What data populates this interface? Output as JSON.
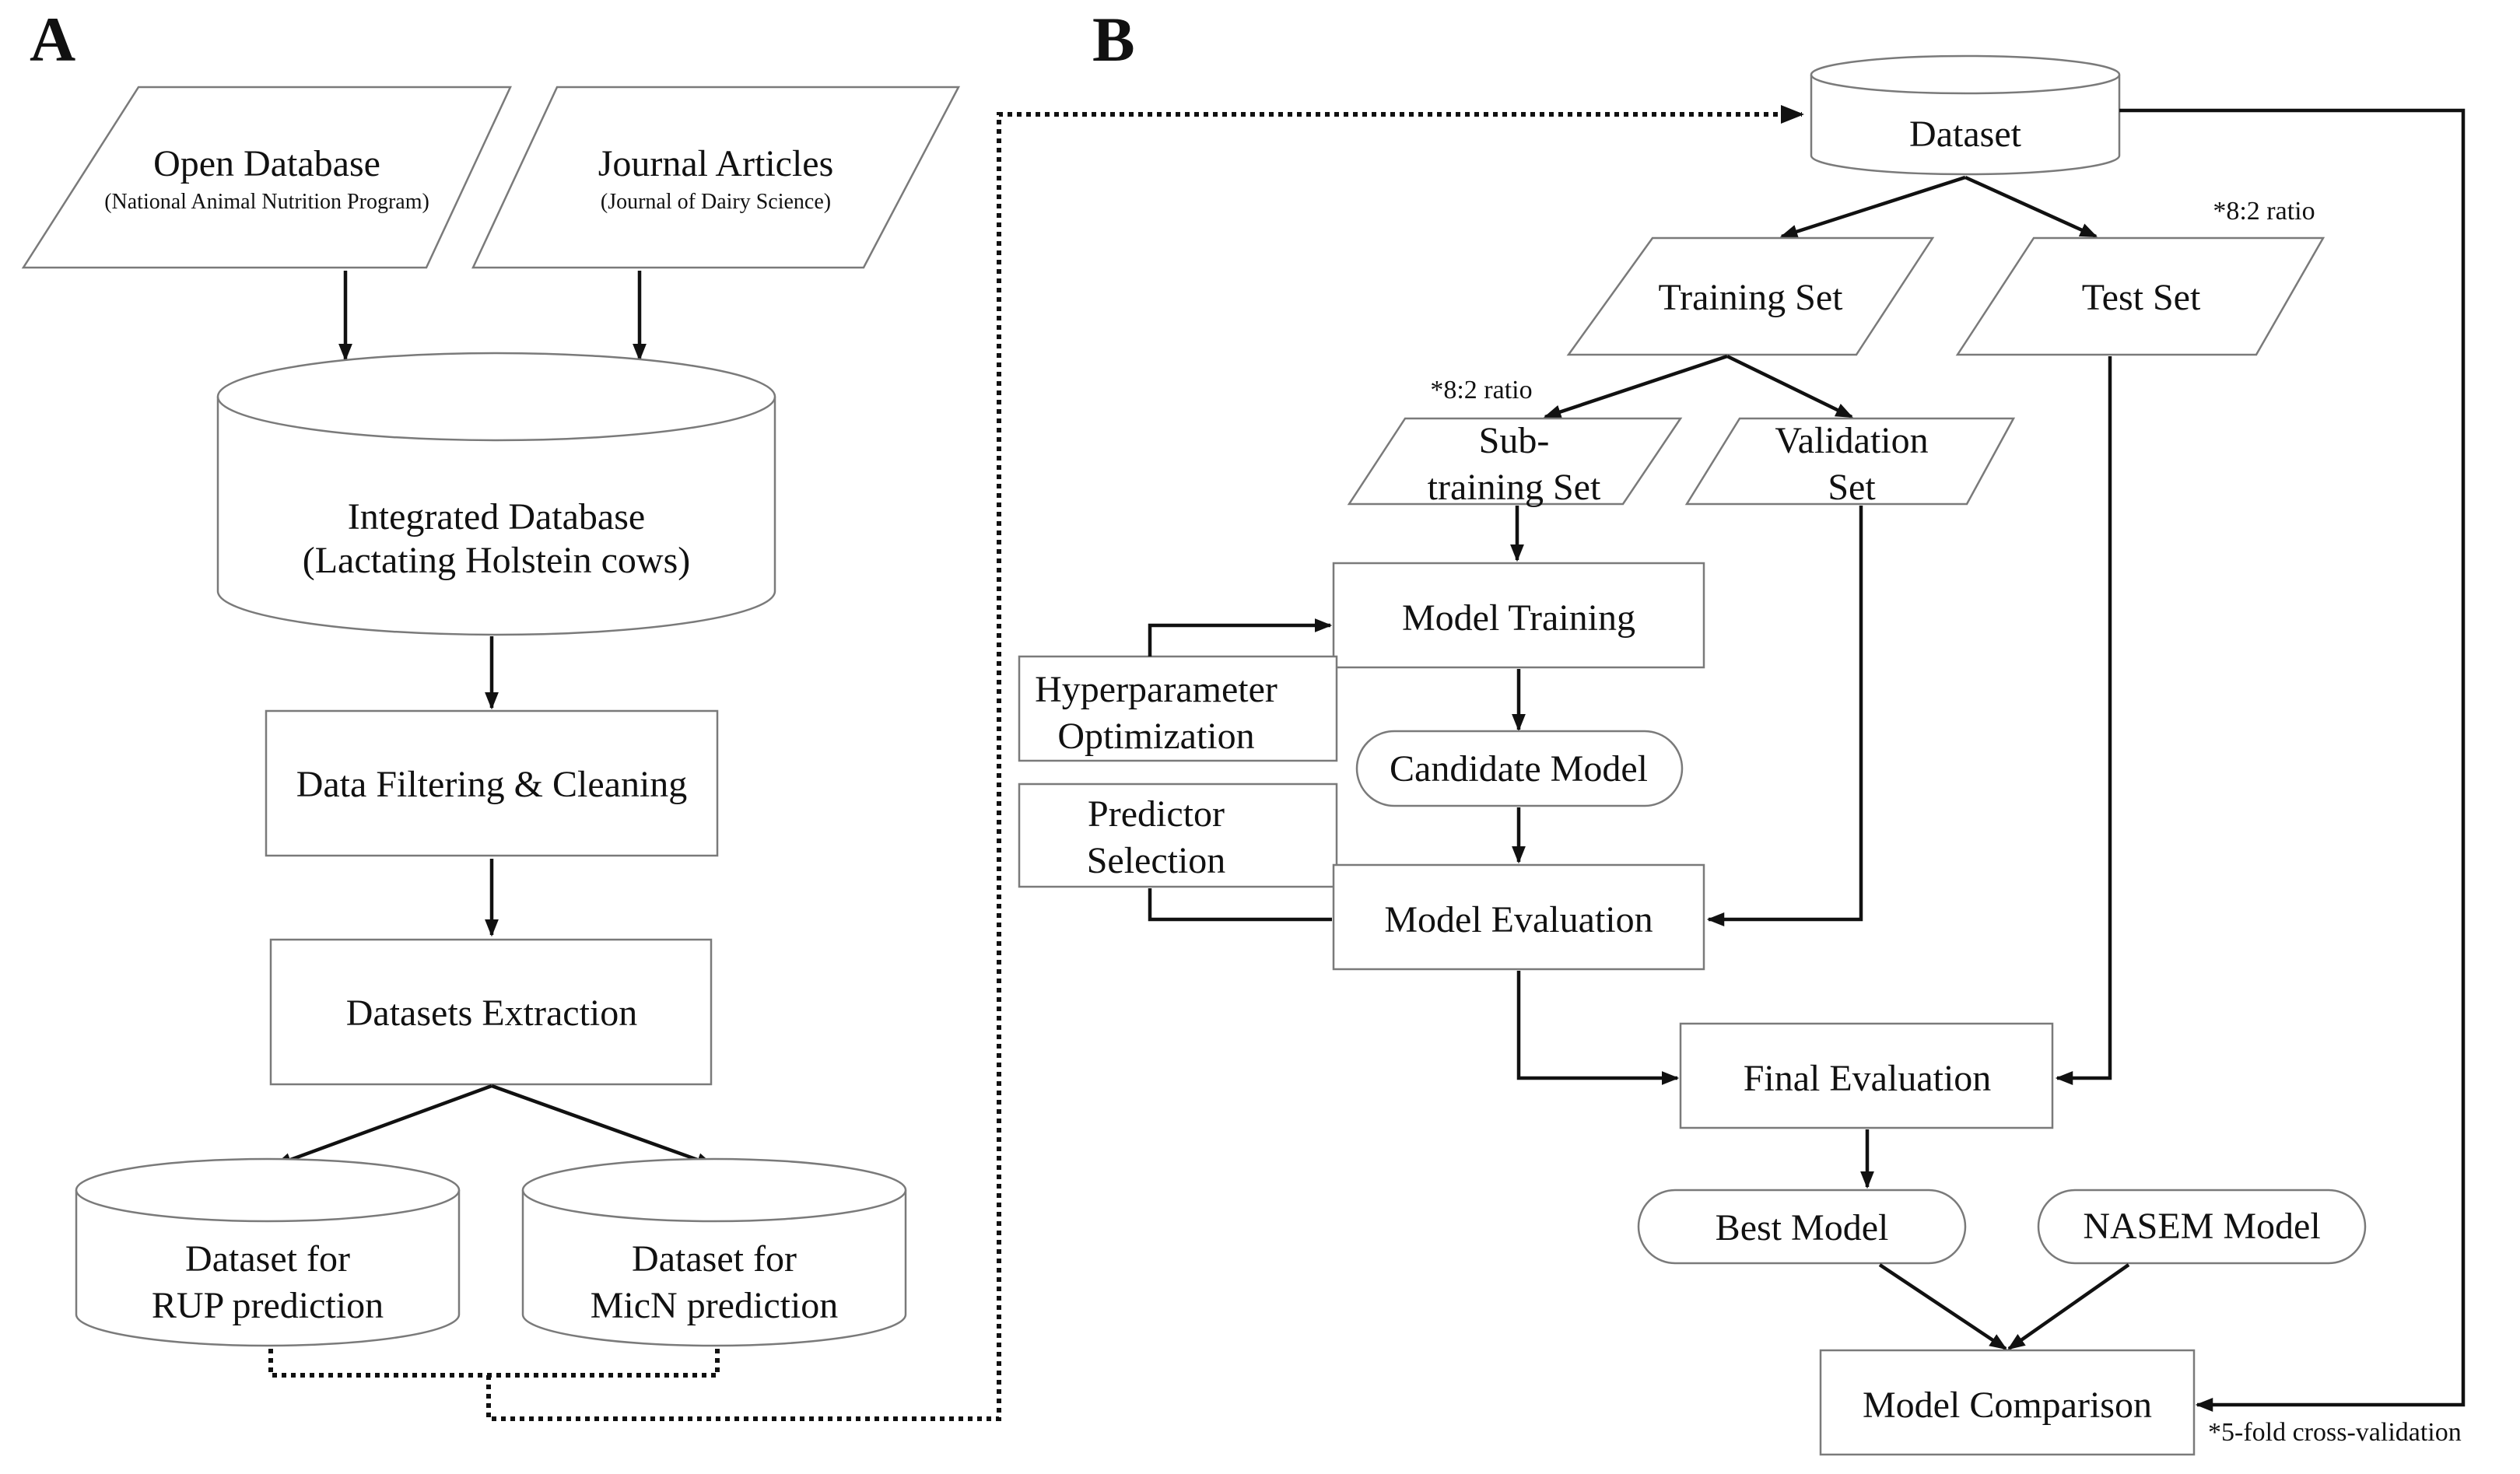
{
  "panel_a": {
    "label": "A",
    "open_database": {
      "title": "Open Database",
      "subtitle": "(National Animal Nutrition Program)"
    },
    "journal_articles": {
      "title": "Journal Articles",
      "subtitle": "(Journal of Dairy Science)"
    },
    "integrated_database": {
      "title": "Integrated Database",
      "subtitle": "(Lactating Holstein cows)"
    },
    "filtering": "Data Filtering & Cleaning",
    "extraction": "Datasets Extraction",
    "rup_dataset": {
      "line1": "Dataset for",
      "line2": "RUP prediction"
    },
    "micn_dataset": {
      "line1": "Dataset for",
      "line2": "MicN prediction"
    }
  },
  "panel_b": {
    "label": "B",
    "dataset": "Dataset",
    "split_note": "*8:2 ratio",
    "training_set": "Training Set",
    "test_set": "Test Set",
    "sub_split_note": "*8:2 ratio",
    "subtraining_set": {
      "line1": "Sub-",
      "line2": "training Set"
    },
    "validation_set": {
      "line1": "Validation",
      "line2": "Set"
    },
    "model_training": "Model Training",
    "hyperparameter": {
      "line1": "Hyperparameter",
      "line2": "Optimization"
    },
    "predictor": {
      "line1": "Predictor",
      "line2": "Selection"
    },
    "candidate_model": "Candidate Model",
    "model_evaluation": "Model Evaluation",
    "final_evaluation": "Final Evaluation",
    "best_model": "Best Model",
    "nasem_model": "NASEM Model",
    "model_comparison": "Model Comparison",
    "cv_note": "*5-fold cross-validation"
  }
}
